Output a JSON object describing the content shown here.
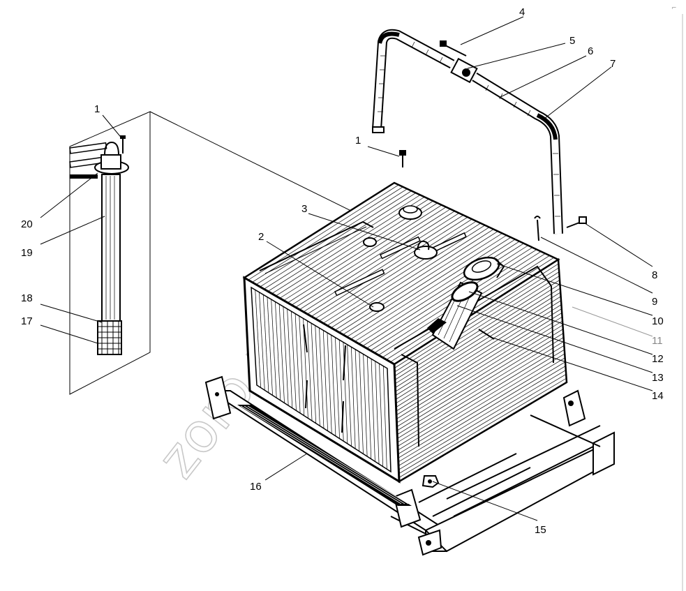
{
  "watermark": {
    "text": "zoro.ru"
  },
  "corner_mark": "⌐",
  "callouts": [
    {
      "id": "c4",
      "label": "4"
    },
    {
      "id": "c5",
      "label": "5"
    },
    {
      "id": "c6",
      "label": "6"
    },
    {
      "id": "c7",
      "label": "7"
    },
    {
      "id": "c1a",
      "label": "1"
    },
    {
      "id": "c1b",
      "label": "1"
    },
    {
      "id": "c20",
      "label": "20"
    },
    {
      "id": "c19",
      "label": "19"
    },
    {
      "id": "c18",
      "label": "18"
    },
    {
      "id": "c17",
      "label": "17"
    },
    {
      "id": "c3",
      "label": "3"
    },
    {
      "id": "c2",
      "label": "2"
    },
    {
      "id": "c8",
      "label": "8"
    },
    {
      "id": "c9",
      "label": "9"
    },
    {
      "id": "c10",
      "label": "10"
    },
    {
      "id": "c11",
      "label": "11"
    },
    {
      "id": "c12",
      "label": "12"
    },
    {
      "id": "c13",
      "label": "13"
    },
    {
      "id": "c14",
      "label": "14"
    },
    {
      "id": "c15",
      "label": "15"
    },
    {
      "id": "c16",
      "label": "16"
    }
  ]
}
